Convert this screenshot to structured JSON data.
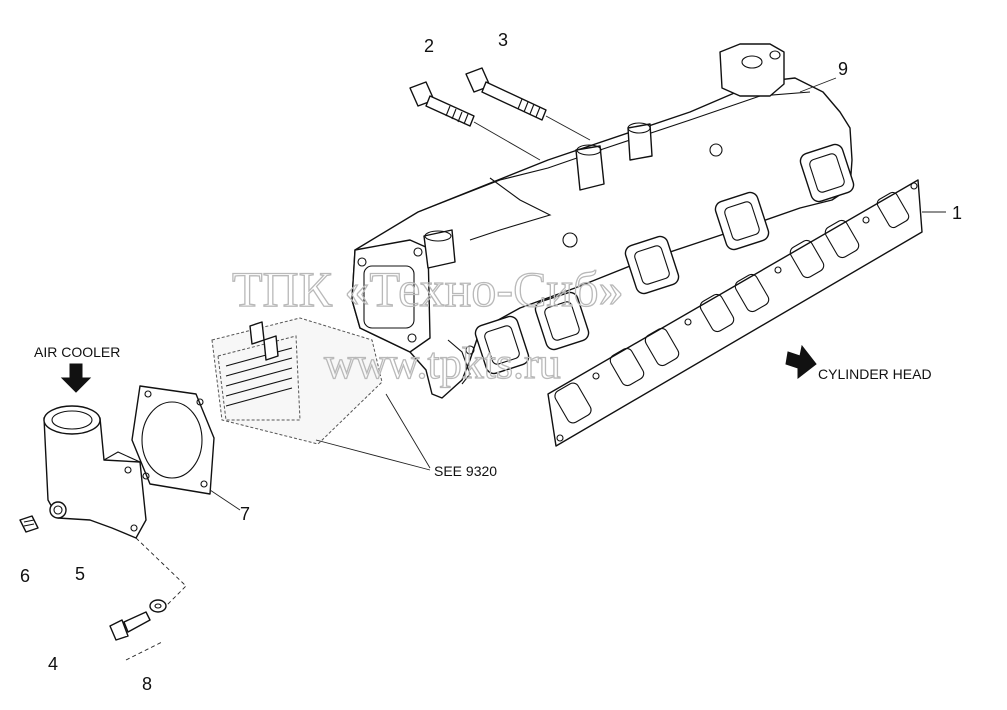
{
  "callouts": {
    "n1": "1",
    "n2": "2",
    "n3": "3",
    "n4": "4",
    "n5": "5",
    "n6": "6",
    "n7": "7",
    "n8": "8",
    "n9": "9"
  },
  "labels": {
    "air_cooler": "AIR COOLER",
    "cylinder_head": "CYLINDER HEAD",
    "see_ref": "SEE 9320"
  },
  "watermark": {
    "line1": "ТПК «Техно-Сиб»",
    "line2": "www.tpkts.ru"
  }
}
